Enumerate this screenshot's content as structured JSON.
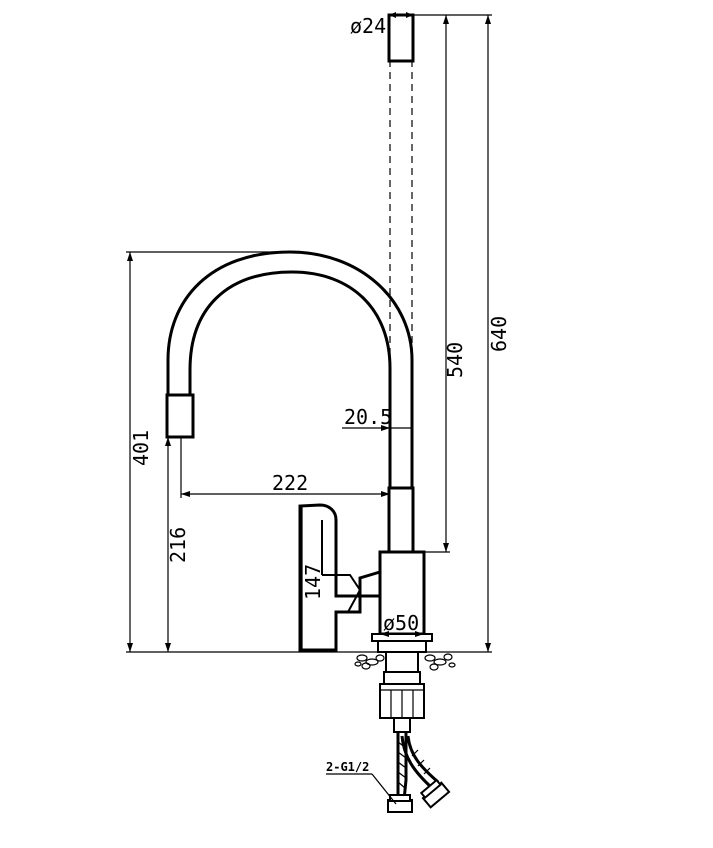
{
  "dimensions": {
    "tip_diameter": "ø24",
    "total_height": "640",
    "spout_height": "540",
    "tube_diameter": "20.5",
    "overall_reach_height": "401",
    "reach": "222",
    "outlet_height": "216",
    "handle_height": "147",
    "base_diameter": "ø50"
  },
  "connection": {
    "hose_label": "2-G1/2"
  },
  "colors": {
    "line": "#000000",
    "background": "#ffffff"
  }
}
